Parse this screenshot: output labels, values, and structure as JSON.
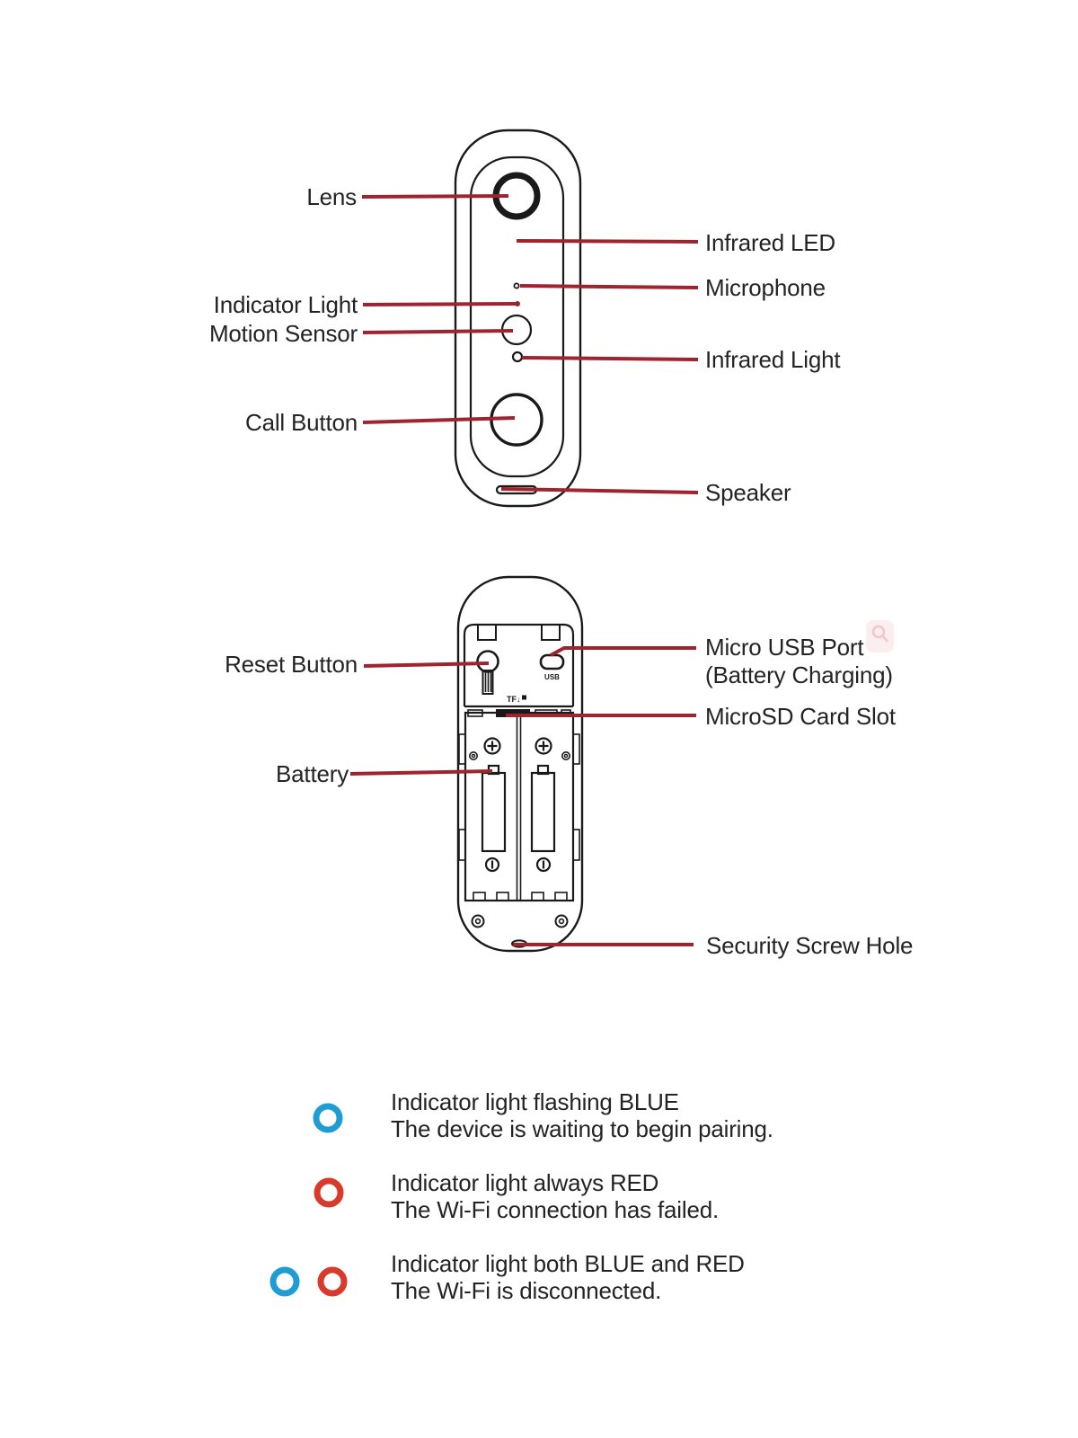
{
  "colors": {
    "accent": "#9e2430",
    "legend-blue": "#1e9cd3",
    "legend-red": "#d83b2b",
    "ink": "#1a1a1a",
    "text": "#242424",
    "watermark-pink": "#f5d5d7",
    "watermark-glyph": "#eeb4ba"
  },
  "front_view": {
    "labels_left": [
      "Lens",
      "Indicator Light",
      "Motion Sensor",
      "Call Button"
    ],
    "labels_right": [
      "Infrared LED",
      "Microphone",
      "Infrared Light",
      "Speaker"
    ]
  },
  "back_view": {
    "labels_left": [
      "Reset Button",
      "Battery"
    ],
    "labels_right": {
      "micro_usb_line1": "Micro USB Port",
      "micro_usb_line2": "(Battery Charging)",
      "microsd": "MicroSD Card Slot",
      "security": "Security Screw Hole"
    },
    "engravings": {
      "usb": "USB",
      "tf": "TF↓"
    }
  },
  "legend": {
    "rows": [
      {
        "lights": [
          "blue"
        ],
        "line1": "Indicator light flashing BLUE",
        "line2": "The device is waiting to begin pairing."
      },
      {
        "lights": [
          "red"
        ],
        "line1": "Indicator light always RED",
        "line2": "The Wi-Fi connection has failed."
      },
      {
        "lights": [
          "blue",
          "red"
        ],
        "line1": "Indicator light both BLUE and RED",
        "line2": "The Wi-Fi is disconnected."
      }
    ]
  }
}
